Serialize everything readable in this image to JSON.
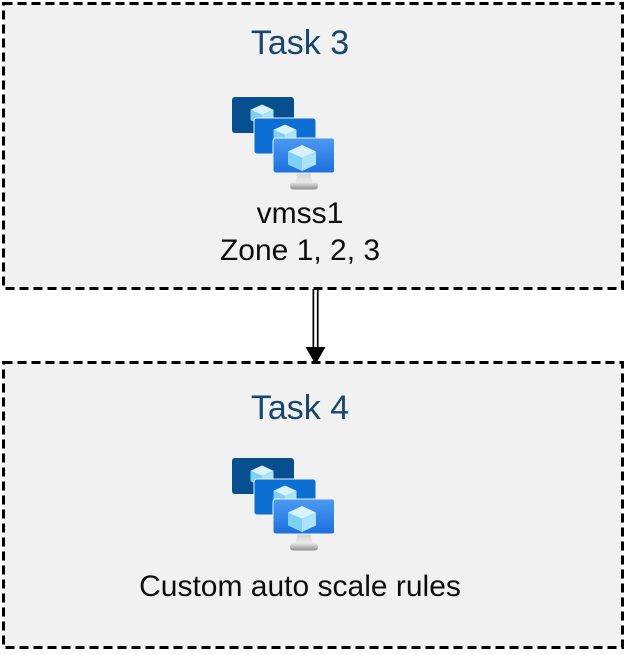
{
  "diagram": {
    "boxes": [
      {
        "title": "Task 3",
        "icon": "vm-scale-sets-icon",
        "lines": [
          "vmss1",
          "Zone 1, 2, 3"
        ]
      },
      {
        "title": "Task 4",
        "icon": "vm-scale-sets-icon",
        "lines": [
          "Custom auto scale rules"
        ]
      }
    ],
    "connector": {
      "type": "double-line-arrow",
      "direction": "down",
      "from": "Task 3",
      "to": "Task 4"
    },
    "colors": {
      "title_text": "#17466E",
      "body_text": "#0D0D0D",
      "box_background": "#F1F1F2",
      "box_border": "#000000",
      "arrow": "#000000",
      "monitor_back": "#07508F",
      "monitor_middle": "#0B6FD4",
      "monitor_front_top": "#4A9AF2",
      "monitor_front_bottom": "#1C70DF",
      "cube_top": "#D9F3FC",
      "cube_left": "#7DD1F2",
      "cube_right": "#A9E4F8",
      "stand_light": "#E6E6E6",
      "stand_dark": "#8F8F8F"
    }
  }
}
